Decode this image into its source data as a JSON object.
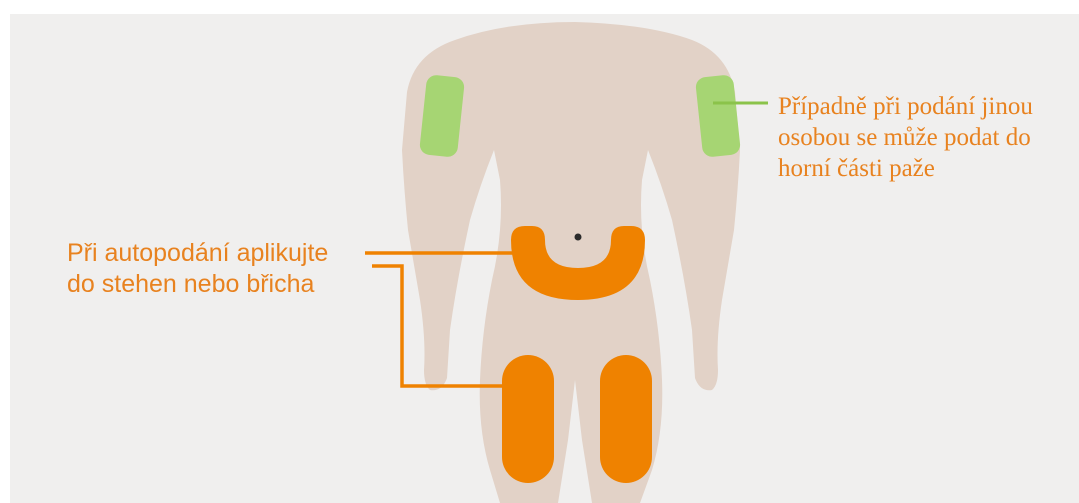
{
  "colors": {
    "background": "#f0efee",
    "body": "#e2d2c7",
    "self_injection_zone": "#ef8200",
    "other_person_zone": "#a6d573",
    "other_person_leader": "#8bc34a",
    "label_text": "#e8821f",
    "navel": "#2b2b2b"
  },
  "labels": {
    "self_injection": {
      "line1": "Při autopodání aplikujte",
      "line2": "do stehen nebo břicha"
    },
    "other_person": {
      "line1": "Případně při podání jinou",
      "line2": "osobou se může podat do",
      "line3": "horní části paže"
    }
  },
  "zones": [
    {
      "name": "abdomen",
      "group": "self_injection"
    },
    {
      "name": "left-thigh",
      "group": "self_injection"
    },
    {
      "name": "right-thigh",
      "group": "self_injection"
    },
    {
      "name": "left-upper-arm",
      "group": "other_person"
    },
    {
      "name": "right-upper-arm",
      "group": "other_person"
    }
  ]
}
